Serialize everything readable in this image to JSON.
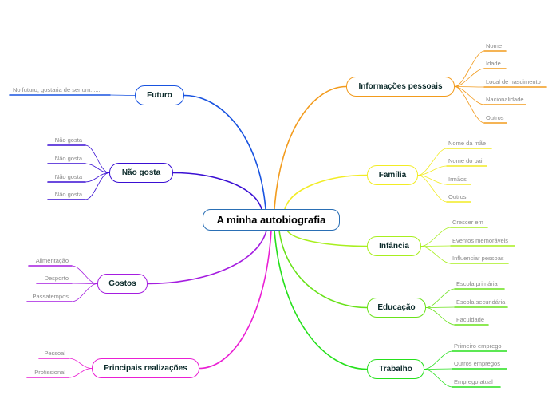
{
  "central": {
    "label": "A minha autobiografia",
    "color": "#2a6fb5"
  },
  "branches": [
    {
      "id": "info",
      "label": "Informações pessoais",
      "color": "#f29b1d",
      "leaves": [
        "Nome",
        "Idade",
        "Local de nascimento",
        "Nacionalidade",
        "Outros"
      ]
    },
    {
      "id": "familia",
      "label": "Família",
      "color": "#f2ec24",
      "leaves": [
        "Nome da mãe",
        "Nome do pai",
        "Irmãos",
        "Outros"
      ]
    },
    {
      "id": "infancia",
      "label": "Infância",
      "color": "#a8ef1f",
      "leaves": [
        "Crescer em",
        "Eventos memoráveis",
        "Influenciar pessoas"
      ]
    },
    {
      "id": "educacao",
      "label": "Educação",
      "color": "#69e21a",
      "leaves": [
        "Escola primária",
        "Escola secundária",
        "Faculdade"
      ]
    },
    {
      "id": "trabalho",
      "label": "Trabalho",
      "color": "#26e01c",
      "leaves": [
        "Primeiro emprego",
        "Outros empregos",
        "Emprego atual"
      ]
    },
    {
      "id": "futuro",
      "label": "Futuro",
      "color": "#1853e0",
      "leaves": [
        "No futuro, gostaria de ser um......"
      ]
    },
    {
      "id": "naogosta",
      "label": "Não gosta",
      "color": "#3a0fd3",
      "leaves": [
        "Não gosta",
        "Não gosta",
        "Não gosta",
        "Não gosta"
      ]
    },
    {
      "id": "gostos",
      "label": "Gostos",
      "color": "#a51de0",
      "leaves": [
        "Alimentação",
        "Desporto",
        "Passatempos"
      ]
    },
    {
      "id": "realizacoes",
      "label": "Principais realizações",
      "color": "#ea1fd4",
      "leaves": [
        "Pessoal",
        "Profissional"
      ]
    }
  ]
}
